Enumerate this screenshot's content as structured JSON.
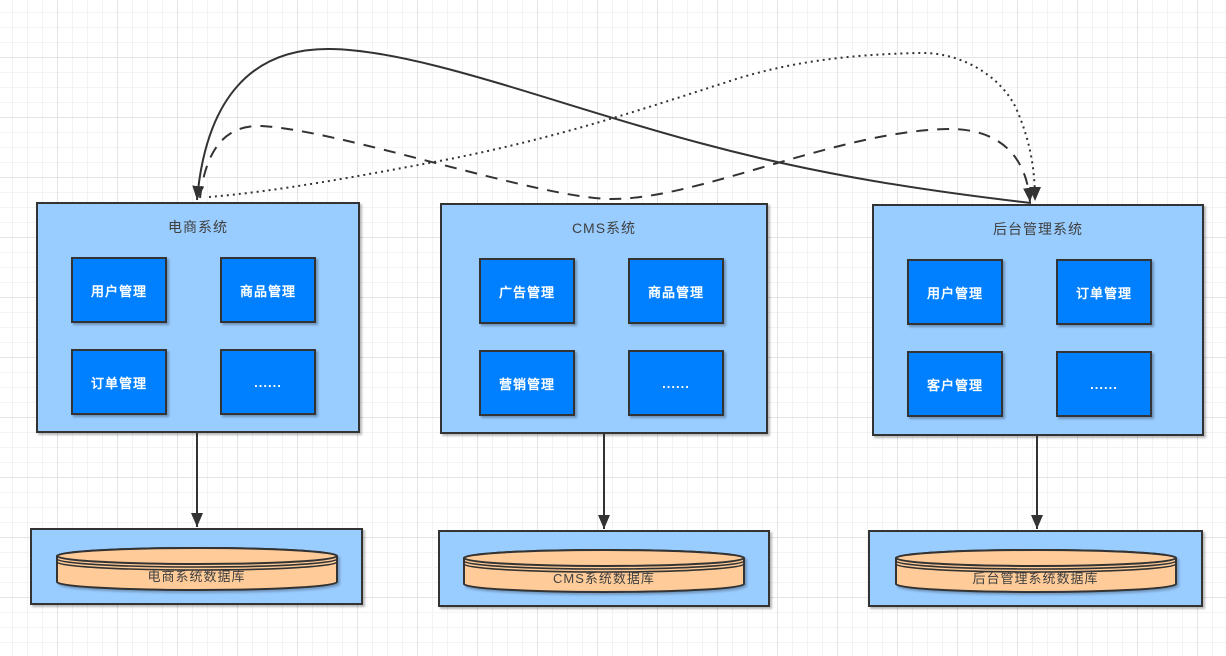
{
  "systems": [
    {
      "title": "电商系统",
      "modules": [
        "用户管理",
        "商品管理",
        "订单管理",
        "......"
      ],
      "database": "电商系统数据库"
    },
    {
      "title": "CMS系统",
      "modules": [
        "广告管理",
        "商品管理",
        "营销管理",
        "......"
      ],
      "database": "CMS系统数据库"
    },
    {
      "title": "后台管理系统",
      "modules": [
        "用户管理",
        "订单管理",
        "客户管理",
        "......"
      ],
      "database": "后台管理系统数据库"
    }
  ],
  "connections": [
    {
      "from": "后台管理系统",
      "to": "电商系统",
      "style": "solid"
    },
    {
      "from": "电商系统",
      "to": "后台管理系统",
      "style": "dashed"
    },
    {
      "from": "电商系统",
      "to": "后台管理系统",
      "style": "dotted"
    },
    {
      "from": "电商系统",
      "to": "电商系统数据库",
      "style": "solid"
    },
    {
      "from": "CMS系统",
      "to": "CMS系统数据库",
      "style": "solid"
    },
    {
      "from": "后台管理系统",
      "to": "后台管理系统数据库",
      "style": "solid"
    }
  ],
  "colors": {
    "background": "#FFFFFF",
    "grid_minor": "#F3F3F3",
    "grid_major": "#E4E4E4",
    "container_fill": "#99CCFF",
    "module_fill": "#0080FF",
    "module_text": "#FFFFFF",
    "db_fill": "#FFCC99",
    "stroke": "#333333",
    "label_text": "#404040"
  }
}
